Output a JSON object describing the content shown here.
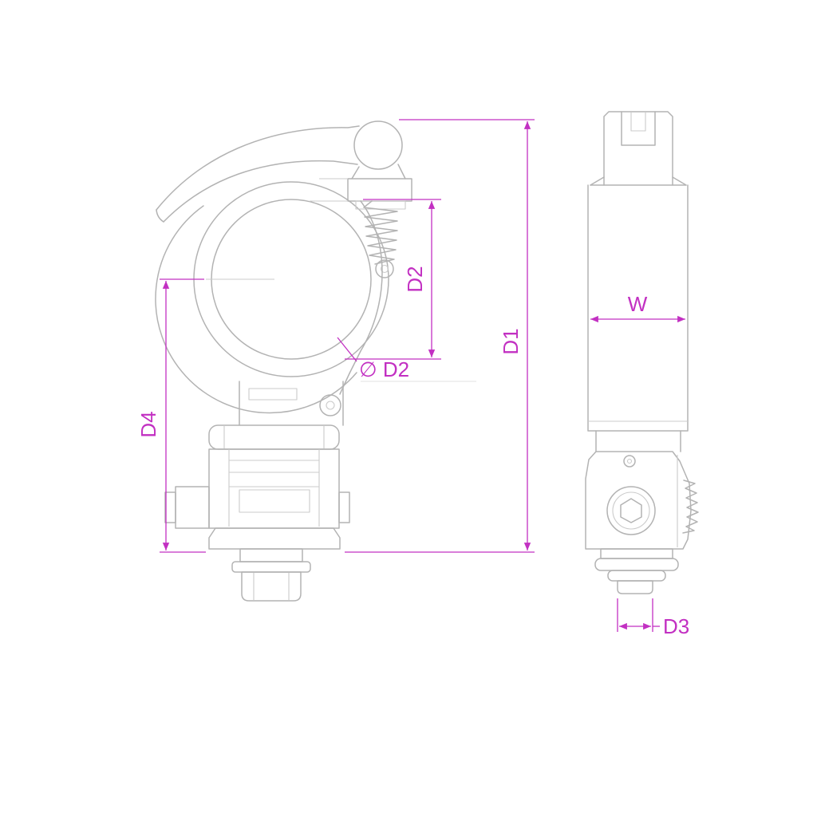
{
  "drawing": {
    "colors": {
      "line": "#b3b3b3",
      "line_light": "#cbcbcb",
      "dimension": "#c230c2",
      "background": "#ffffff"
    },
    "labels": {
      "d2": "D2",
      "d2_diameter": "∅ D2",
      "d1": "D1",
      "d4": "D4",
      "w": "W",
      "d3": "D3"
    }
  }
}
